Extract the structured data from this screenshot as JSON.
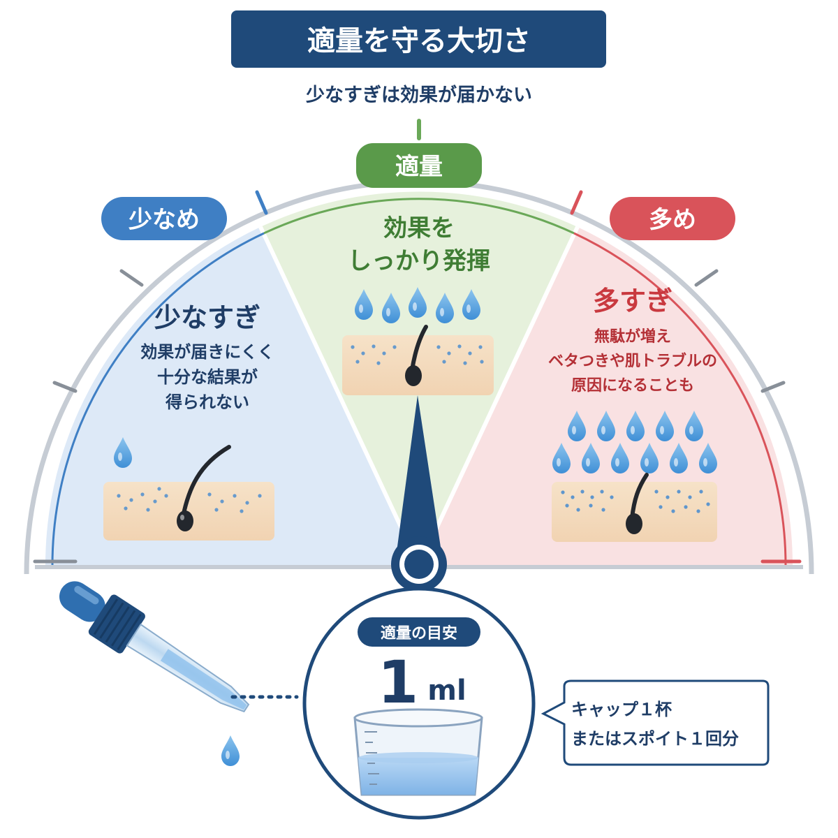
{
  "header": {
    "title": "適量を守る大切さ",
    "subtitle": "少なすぎは効果が届かない"
  },
  "gauge": {
    "left": {
      "badge": "少なめ",
      "heading": "少なすぎ",
      "lines": [
        "効果が届きにくく",
        "十分な結果が",
        "得られない"
      ],
      "drops": 1,
      "color": "#3f7fc4",
      "fill": "#dde9f7"
    },
    "center": {
      "badge": "適量",
      "lines": [
        "効果を",
        "しっかり発揮"
      ],
      "drops": 5,
      "color": "#5a9a4a",
      "fill": "#e6f1dc"
    },
    "right": {
      "badge": "多め",
      "heading": "多すぎ",
      "lines": [
        "無駄が増え",
        "ベタつきや肌トラブルの",
        "原因になることも"
      ],
      "drops": 11,
      "color": "#d9535a",
      "fill": "#f9e1e2"
    },
    "needle_level": "center"
  },
  "dose": {
    "label": "適量の目安",
    "value": "1",
    "unit": "ml",
    "note_lines": [
      "キャップ１杯",
      "またはスポイト１回分"
    ]
  },
  "icons": {
    "drop": "water-drop-icon",
    "hair": "hair-follicle-icon",
    "dropper": "dropper-icon",
    "cup": "measuring-cup-icon"
  }
}
